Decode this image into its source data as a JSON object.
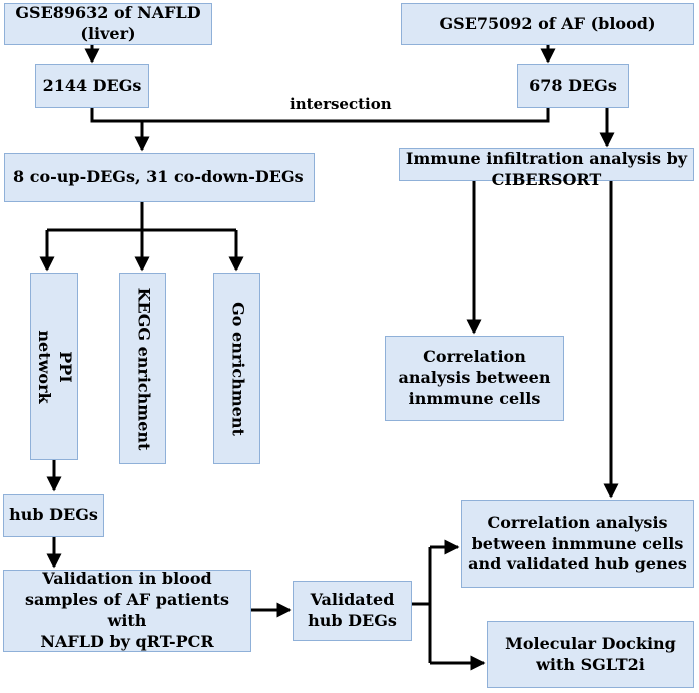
{
  "boxes": {
    "nafld_dataset": "GSE89632 of NAFLD (liver)",
    "af_dataset": "GSE75092 of AF (blood)",
    "nafld_degs": "2144 DEGs",
    "af_degs": "678 DEGs",
    "co_degs": "8 co-up-DEGs, 31 co-down-DEGs",
    "immune_infiltration": "Immune infiltration analysis by\nCIBERSORT",
    "ppi": "PPI\nnetwork",
    "kegg": "KEGG enrichment",
    "go": "Go enrichment",
    "correlation_cells": "Correlation\nanalysis between\ninmmune cells",
    "hub_degs": "hub DEGs",
    "validation": "Validation in blood\nsamples of AF patients with\nNAFLD by qRT-PCR",
    "validated_hub": "Validated\nhub DEGs",
    "correlation_hub": "Correlation analysis\nbetween inmmune cells\nand validated hub genes",
    "docking": "Molecular Docking\nwith SGLT2i"
  },
  "labels": {
    "intersection": "intersection"
  }
}
